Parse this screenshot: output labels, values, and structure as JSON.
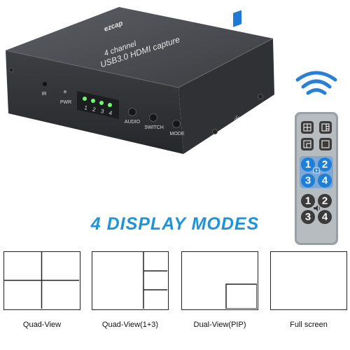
{
  "device": {
    "brand": "ezcap",
    "product_line1": "4 channel",
    "product_line2": "USB3.0 HDMI capture",
    "port_labels": {
      "ir": "IR",
      "pwr": "PWR",
      "audio": "AUDIO",
      "switch": "SWITCH",
      "mode": "MODE",
      "pc": "PC"
    },
    "channel_leds": [
      "1",
      "2",
      "3",
      "4"
    ],
    "colors": {
      "body": "#3a3c40",
      "led": "#6dff6a",
      "usb_port": "#1e78d6"
    }
  },
  "remote": {
    "signal_icon": "wireless-signal-icon",
    "layout_buttons": [
      "quad-view-icon",
      "quad-view-1-3-icon",
      "pip-icon",
      "full-screen-icon"
    ],
    "video_buttons": [
      "1",
      "2",
      "3",
      "4"
    ],
    "audio_buttons": [
      "1",
      "2",
      "3",
      "4"
    ],
    "colors": {
      "button_blue": "#1f7fd6",
      "button_dark": "#3b3b3b",
      "body": "#9aa0a6",
      "signal": "#2a7fd4"
    }
  },
  "headline": "4 DISPLAY MODES",
  "modes": [
    {
      "label": "Quad-View"
    },
    {
      "label": "Quad-View(1+3)"
    },
    {
      "label": "Dual-View(PIP)"
    },
    {
      "label": "Full screen"
    }
  ],
  "colors": {
    "accent": "#1f93d8"
  }
}
